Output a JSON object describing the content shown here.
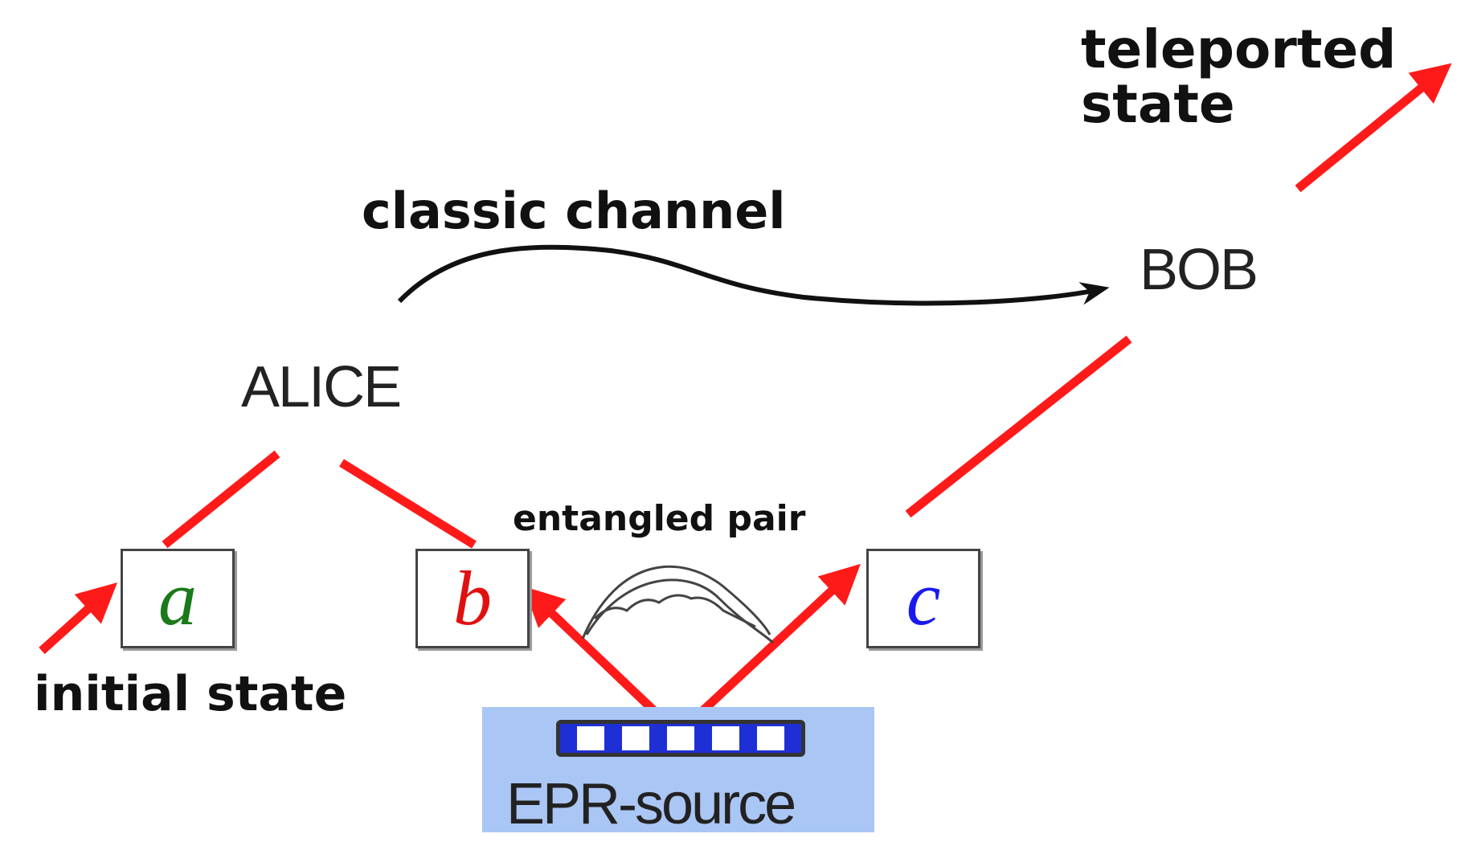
{
  "labels": {
    "teleported_line1": "teleported",
    "teleported_line2": "state",
    "classic_channel": "classic channel",
    "bob": "BOB",
    "alice": "ALICE",
    "entangled_pair": "entangled pair",
    "initial_state": "initial state",
    "epr_source": "EPR-source"
  },
  "boxes": {
    "a": "a",
    "b": "b",
    "c": "c"
  },
  "colors": {
    "arrow": "#ff1a1a",
    "box_a_text": "#1a7a1a",
    "box_b_text": "#e01010",
    "box_c_text": "#1a1aee",
    "epr_background": "#aac6f5",
    "epr_chip": "#1f2fd6"
  }
}
